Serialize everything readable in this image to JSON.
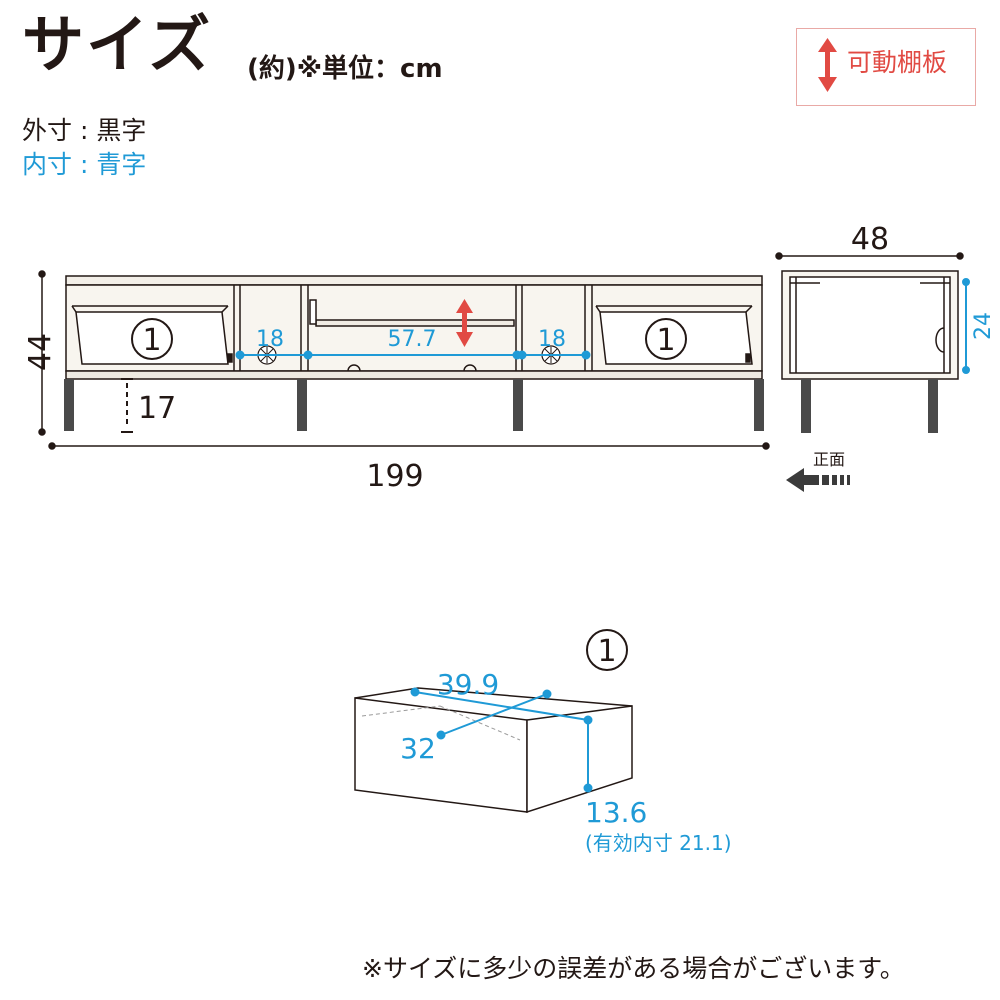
{
  "header": {
    "title": "サイズ",
    "subtitle": "(約)※単位：cm"
  },
  "legend": {
    "outer": "外寸 : 黒字",
    "inner": "内寸 : 青字"
  },
  "shelf_legend": {
    "label": "可動棚板",
    "arrow_color": "#e14a43"
  },
  "front_view": {
    "height": "44",
    "width": "199",
    "leg_height": "17",
    "inner_left": "18",
    "inner_center": "57.7",
    "inner_right": "18",
    "drawer_marker_left": "1",
    "drawer_marker_right": "1"
  },
  "side_view": {
    "depth": "48",
    "inner_height": "24",
    "front_label": "正面"
  },
  "drawer": {
    "marker": "1",
    "width": "39.9",
    "depth": "32",
    "height": "13.6",
    "effective": "(有効内寸 21.1)"
  },
  "colors": {
    "outer_text": "#231815",
    "inner_text": "#1f9ad6",
    "movable_shelf": "#e14a43"
  },
  "note": "※サイズに多少の誤差がある場合がございます。"
}
